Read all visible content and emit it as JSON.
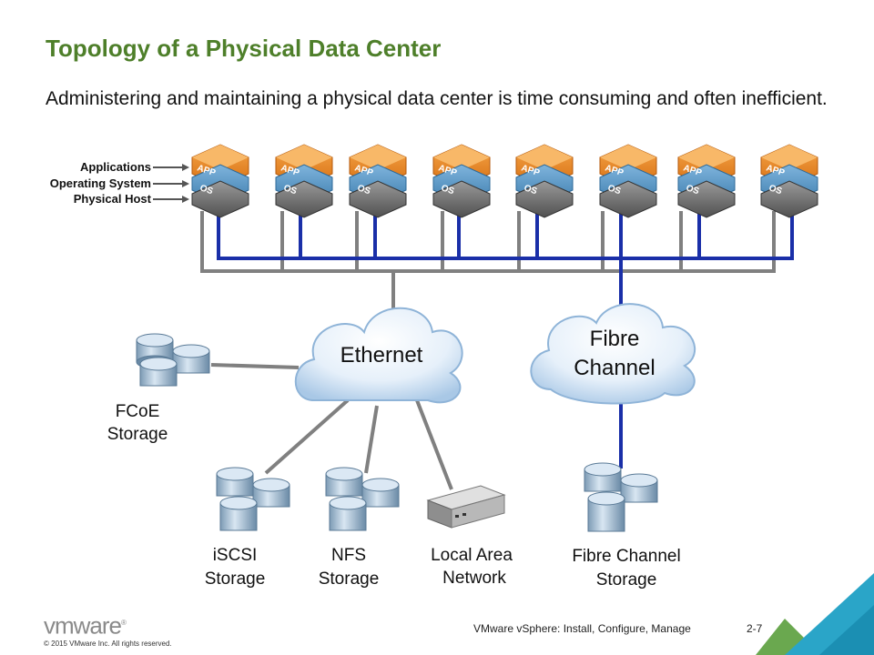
{
  "slide": {
    "title": "Topology of a Physical Data Center",
    "subtitle": "Administering and maintaining a physical data center is time consuming and often inefficient."
  },
  "host_labels": {
    "applications": "Applications",
    "operating_system": "Operating System",
    "physical_host": "Physical Host"
  },
  "host_tiles": {
    "app": "APP",
    "os": "OS"
  },
  "networks": {
    "ethernet": "Ethernet",
    "fibre_channel_line1": "Fibre",
    "fibre_channel_line2": "Channel"
  },
  "storage": {
    "fcoe": [
      "FCoE",
      "Storage"
    ],
    "iscsi": [
      "iSCSI",
      "Storage"
    ],
    "nfs": [
      "NFS",
      "Storage"
    ],
    "lan": [
      "Local Area",
      "Network"
    ],
    "fc": [
      "Fibre Channel",
      "Storage"
    ]
  },
  "colors": {
    "title_green": "#4e7f2a",
    "app_orange": "#e8801e",
    "os_blue": "#4f8fbf",
    "fc_line_blue": "#1a2fa8",
    "ethernet_line_gray": "#808080"
  },
  "footer": {
    "logo": "vmware",
    "copyright": "© 2015 VMware Inc. All rights reserved.",
    "course": "VMware vSphere: Install, Configure, Manage",
    "page": "2-7"
  }
}
